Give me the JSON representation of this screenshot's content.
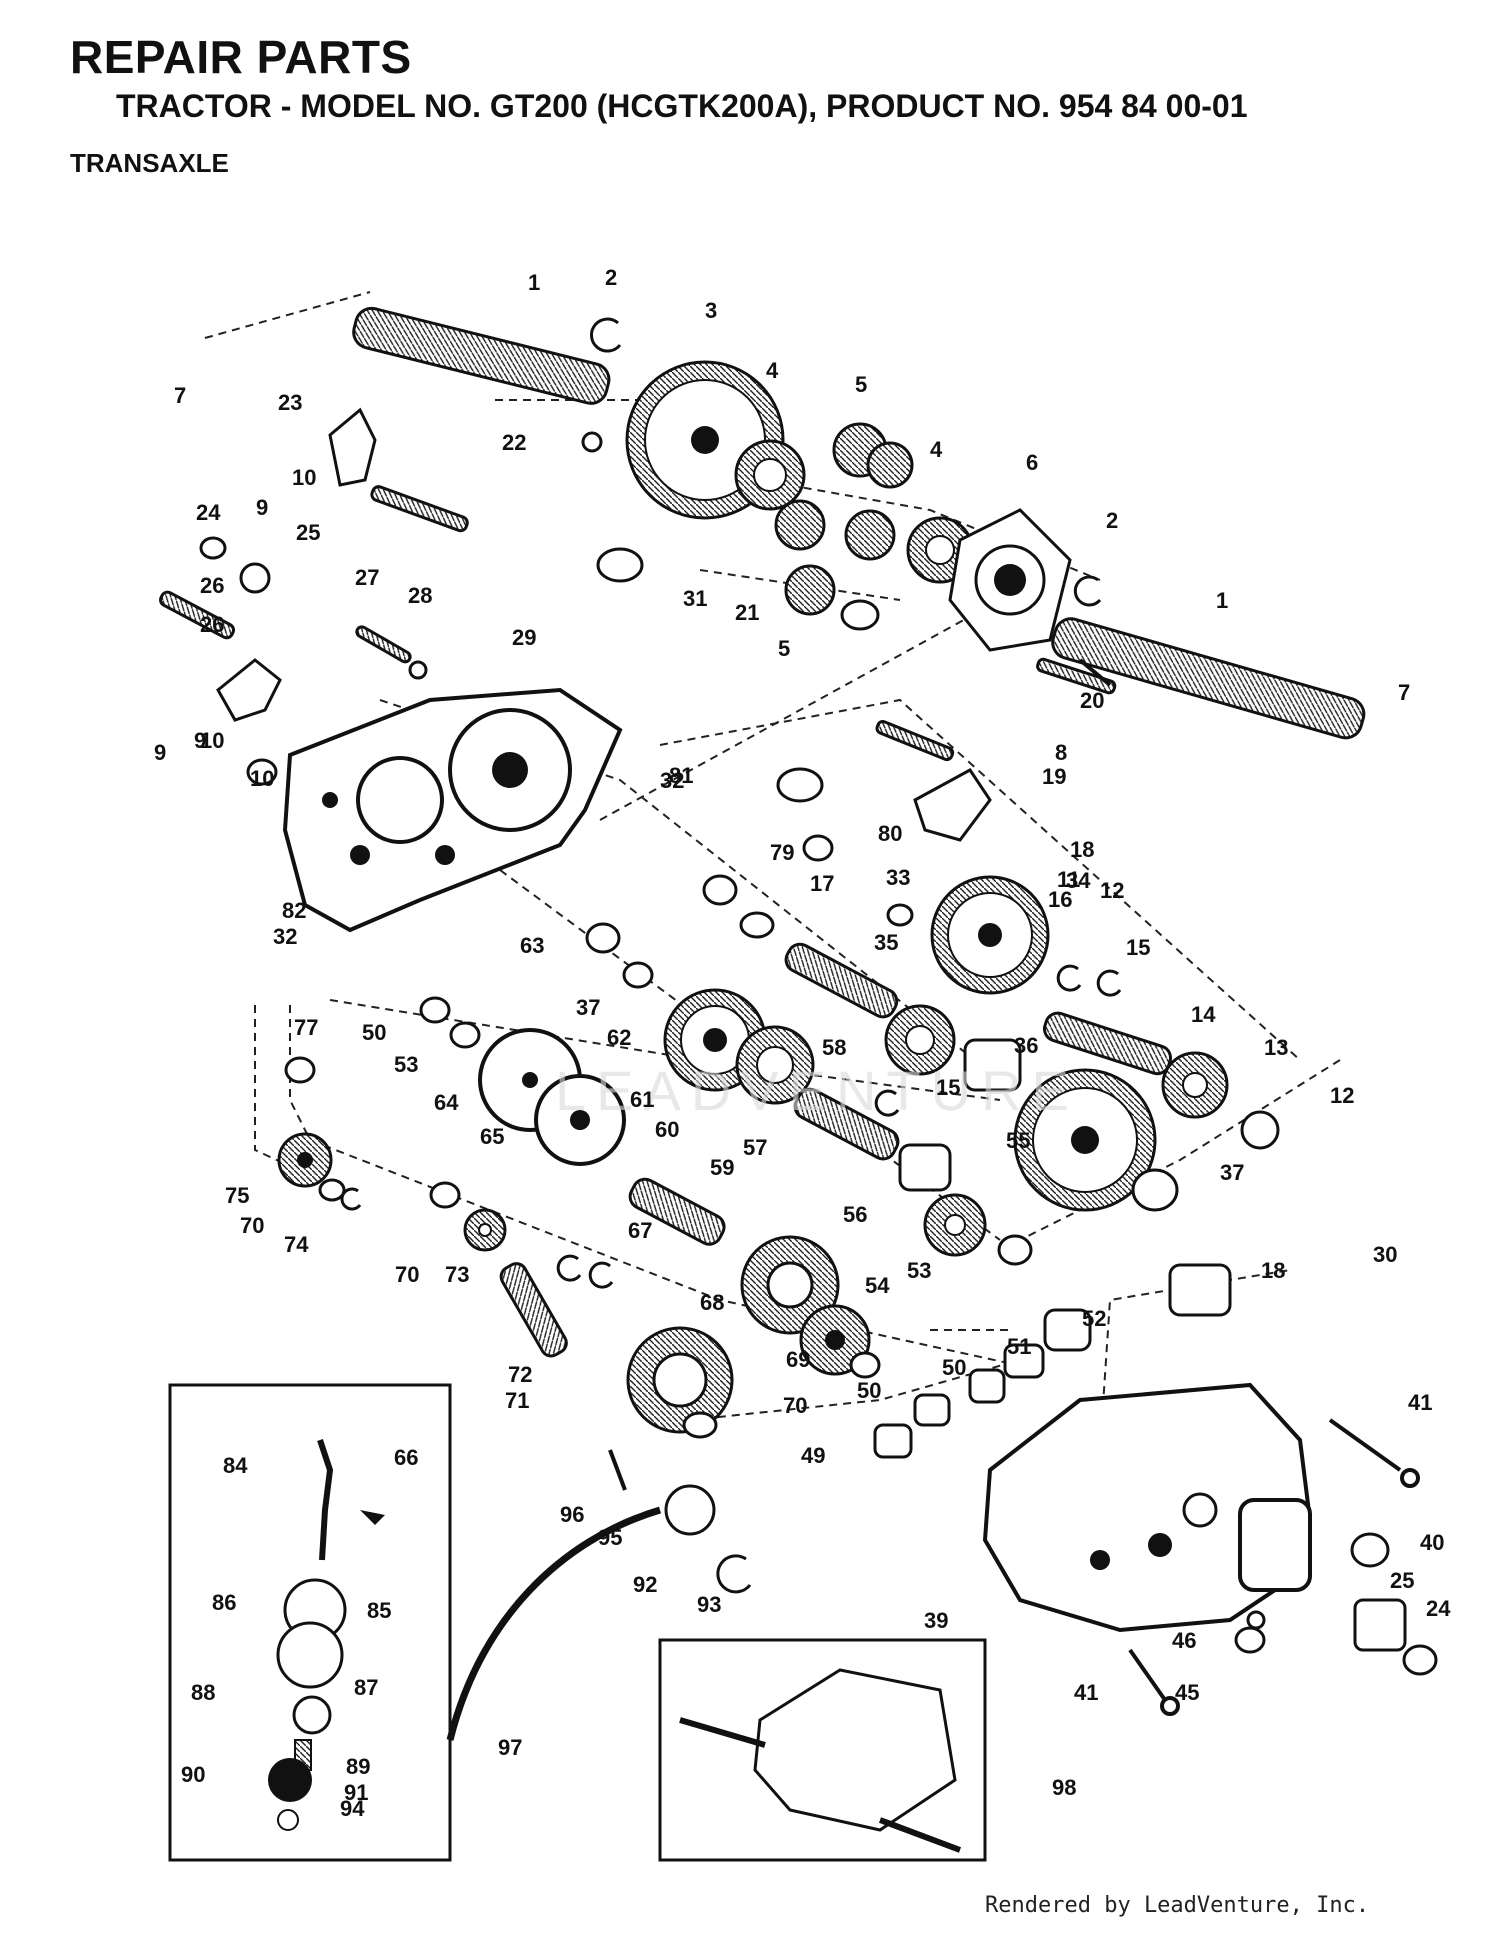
{
  "header": {
    "title": "REPAIR PARTS",
    "subtitle": "TRACTOR - MODEL NO. GT200 (HCGTK200A), PRODUCT NO. 954 84 00-01",
    "section": "TRANSAXLE"
  },
  "footer": {
    "credit": "Rendered by LeadVenture, Inc."
  },
  "watermark": "LEADVENTURE",
  "callouts": [
    "1",
    "2",
    "3",
    "4",
    "5",
    "4",
    "6",
    "2",
    "1",
    "7",
    "7",
    "22",
    "23",
    "10",
    "9",
    "24",
    "25",
    "26",
    "26",
    "27",
    "28",
    "29",
    "31",
    "21",
    "5",
    "20",
    "8",
    "19",
    "9",
    "10",
    "9",
    "10",
    "81",
    "32",
    "18",
    "11",
    "80",
    "79",
    "17",
    "33",
    "34",
    "12",
    "16",
    "82",
    "15",
    "32",
    "63",
    "35",
    "14",
    "37",
    "77",
    "50",
    "53",
    "62",
    "58",
    "13",
    "64",
    "61",
    "36",
    "15",
    "65",
    "60",
    "57",
    "55",
    "12",
    "75",
    "70",
    "74",
    "70",
    "73",
    "59",
    "56",
    "37",
    "67",
    "54",
    "72",
    "68",
    "53",
    "18",
    "30",
    "52",
    "69",
    "51",
    "71",
    "50",
    "70",
    "50",
    "49",
    "41",
    "84",
    "66",
    "96",
    "95",
    "92",
    "93",
    "40",
    "86",
    "85",
    "39",
    "25",
    "24",
    "87",
    "46",
    "41",
    "45",
    "88",
    "89",
    "97",
    "90",
    "91",
    "94",
    "98"
  ],
  "colors": {
    "ink": "#111111",
    "background": "#ffffff"
  }
}
